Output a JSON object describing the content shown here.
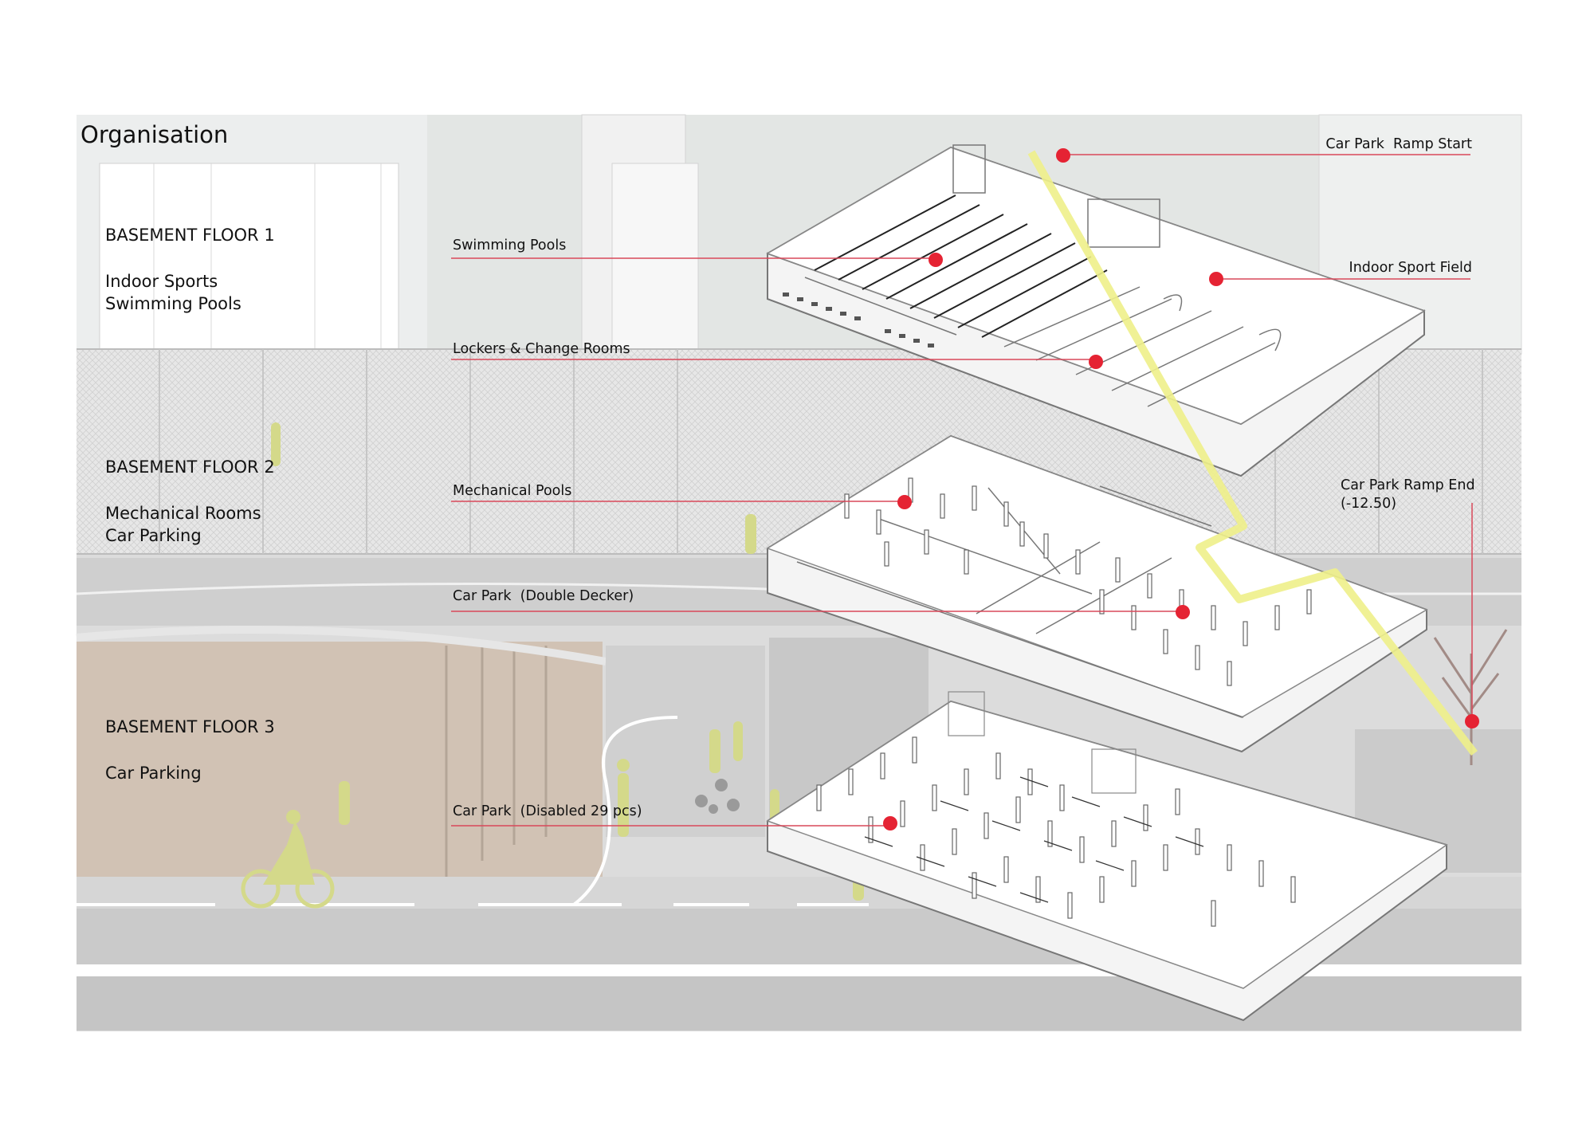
{
  "title": "Organisation",
  "floors": [
    {
      "name": "BASEMENT FLOOR 1",
      "uses": [
        "Indoor Sports",
        "Swimming Pools"
      ]
    },
    {
      "name": "BASEMENT FLOOR 2",
      "uses": [
        "Mechanical Rooms",
        "Car Parking"
      ]
    },
    {
      "name": "BASEMENT FLOOR 3",
      "uses": [
        "Car Parking"
      ]
    }
  ],
  "labels": {
    "swimming_pools": "Swimming Pools",
    "lockers": "Lockers & Change Rooms",
    "mechanical": "Mechanical Pools",
    "double_decker": "Car Park  (Double Decker)",
    "disabled": "Car Park  (Disabled 29 pcs)",
    "ramp_start": "Car Park  Ramp Start",
    "sport_field": "Indoor Sport Field",
    "ramp_end": [
      "Car Park Ramp End",
      "(-12.50)"
    ]
  },
  "colors": {
    "marker": "#e52333",
    "leader": "#d9485a",
    "ramp": "#eef08a",
    "figures": "#d4d98a",
    "background": "#d9d9d9"
  }
}
